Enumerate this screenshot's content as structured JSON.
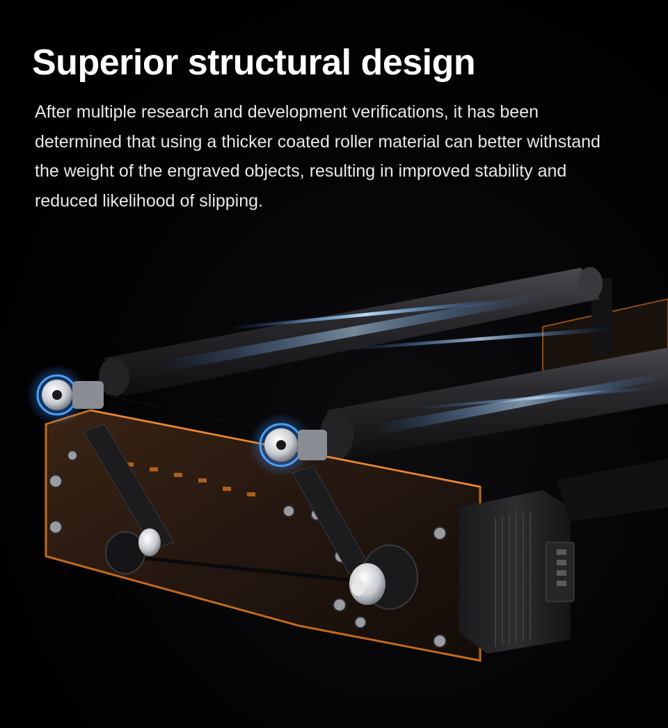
{
  "heading": {
    "title": "Superior structural design",
    "description": "After multiple research and development verifications, it has been determined that using a thicker coated roller material can better withstand the weight of the engraved objects, resulting in improved stability and reduced likelihood of slipping."
  },
  "product_image": {
    "subject": "rotary-roller-attachment",
    "colors": {
      "background": "#000000",
      "accent_glow": "#3a8cff",
      "acrylic_orange": "#c46a1c",
      "roller_black": "#2a2a2c"
    }
  }
}
